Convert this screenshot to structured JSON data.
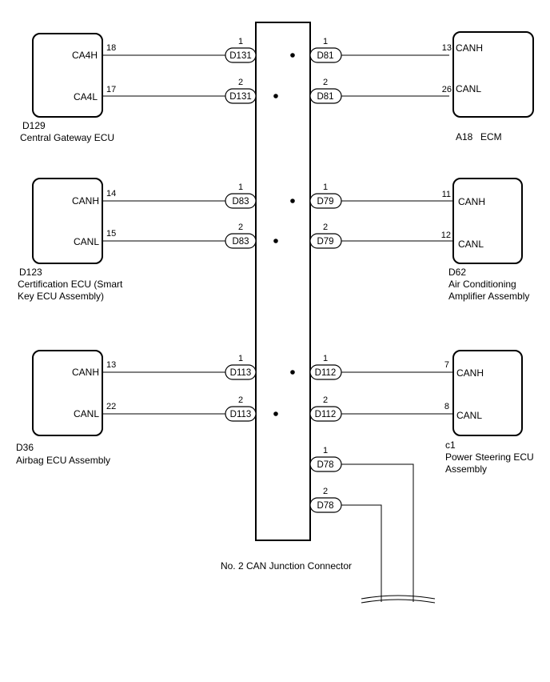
{
  "components": {
    "gateway": {
      "code": "D129",
      "name": "Central Gateway ECU",
      "pin_h": "CA4H",
      "pin_l": "CA4L",
      "num_h": "18",
      "num_l": "17"
    },
    "ecm": {
      "code": "A18",
      "name": "ECM",
      "pin_h": "CANH",
      "pin_l": "CANL",
      "num_h": "13",
      "num_l": "26"
    },
    "cert": {
      "code": "D123",
      "name_line1": "Certification ECU (Smart",
      "name_line2": "Key ECU Assembly)",
      "pin_h": "CANH",
      "pin_l": "CANL",
      "num_h": "14",
      "num_l": "15"
    },
    "ac": {
      "code": "D62",
      "name_line1": "Air Conditioning",
      "name_line2": "Amplifier Assembly",
      "pin_h": "CANH",
      "pin_l": "CANL",
      "num_h": "11",
      "num_l": "12"
    },
    "airbag": {
      "code": "D36",
      "name": "Airbag ECU Assembly",
      "pin_h": "CANH",
      "pin_l": "CANL",
      "num_h": "13",
      "num_l": "22"
    },
    "steering": {
      "code": "c1",
      "name_line1": "Power Steering ECU",
      "name_line2": "Assembly",
      "pin_h": "CANH",
      "pin_l": "CANL",
      "num_h": "7",
      "num_l": "8"
    }
  },
  "connectors": {
    "left_1": "D131",
    "left_2": "D83",
    "left_3": "D113",
    "right_1": "D81",
    "right_2": "D79",
    "right_3": "D112",
    "right_4": "D78"
  },
  "pins": {
    "h": "1",
    "l": "2"
  },
  "junction": {
    "name": "No. 2 CAN Junction Connector"
  }
}
